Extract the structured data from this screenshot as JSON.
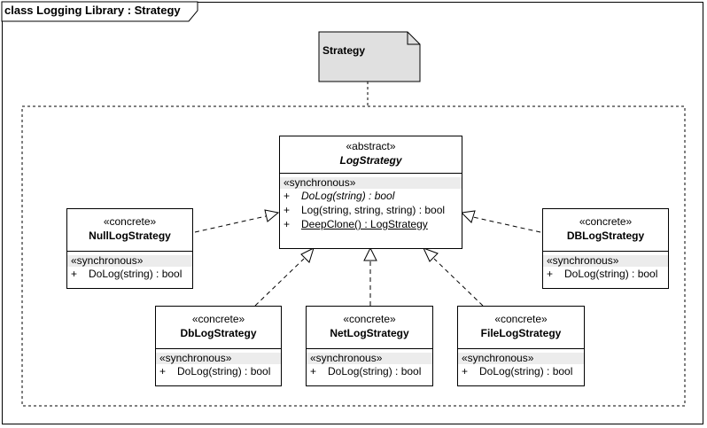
{
  "frame": {
    "title": "class Logging Library : Strategy"
  },
  "note": {
    "label": "Strategy"
  },
  "classes": {
    "log_strategy": {
      "stereotype": "«abstract»",
      "name": "LogStrategy",
      "group": "«synchronous»",
      "ops": [
        {
          "vis": "+",
          "sig": "DoLog(string) : bool"
        },
        {
          "vis": "+",
          "sig": "Log(string, string, string) : bool"
        },
        {
          "vis": "+",
          "sig": "DeepClone() : LogStrategy"
        }
      ]
    },
    "null_log": {
      "stereotype": "«concrete»",
      "name": "NullLogStrategy",
      "group": "«synchronous»",
      "op_vis": "+",
      "op_sig": "DoLog(string) : bool"
    },
    "dblog_right": {
      "stereotype": "«concrete»",
      "name": "DBLogStrategy",
      "group": "«synchronous»",
      "op_vis": "+",
      "op_sig": "DoLog(string) : bool"
    },
    "dblog_bottom": {
      "stereotype": "«concrete»",
      "name": "DbLogStrategy",
      "group": "«synchronous»",
      "op_vis": "+",
      "op_sig": "DoLog(string) : bool"
    },
    "netlog": {
      "stereotype": "«concrete»",
      "name": "NetLogStrategy",
      "group": "«synchronous»",
      "op_vis": "+",
      "op_sig": "DoLog(string) : bool"
    },
    "filelog": {
      "stereotype": "«concrete»",
      "name": "FileLogStrategy",
      "group": "«synchronous»",
      "op_vis": "+",
      "op_sig": "DoLog(string) : bool"
    }
  }
}
